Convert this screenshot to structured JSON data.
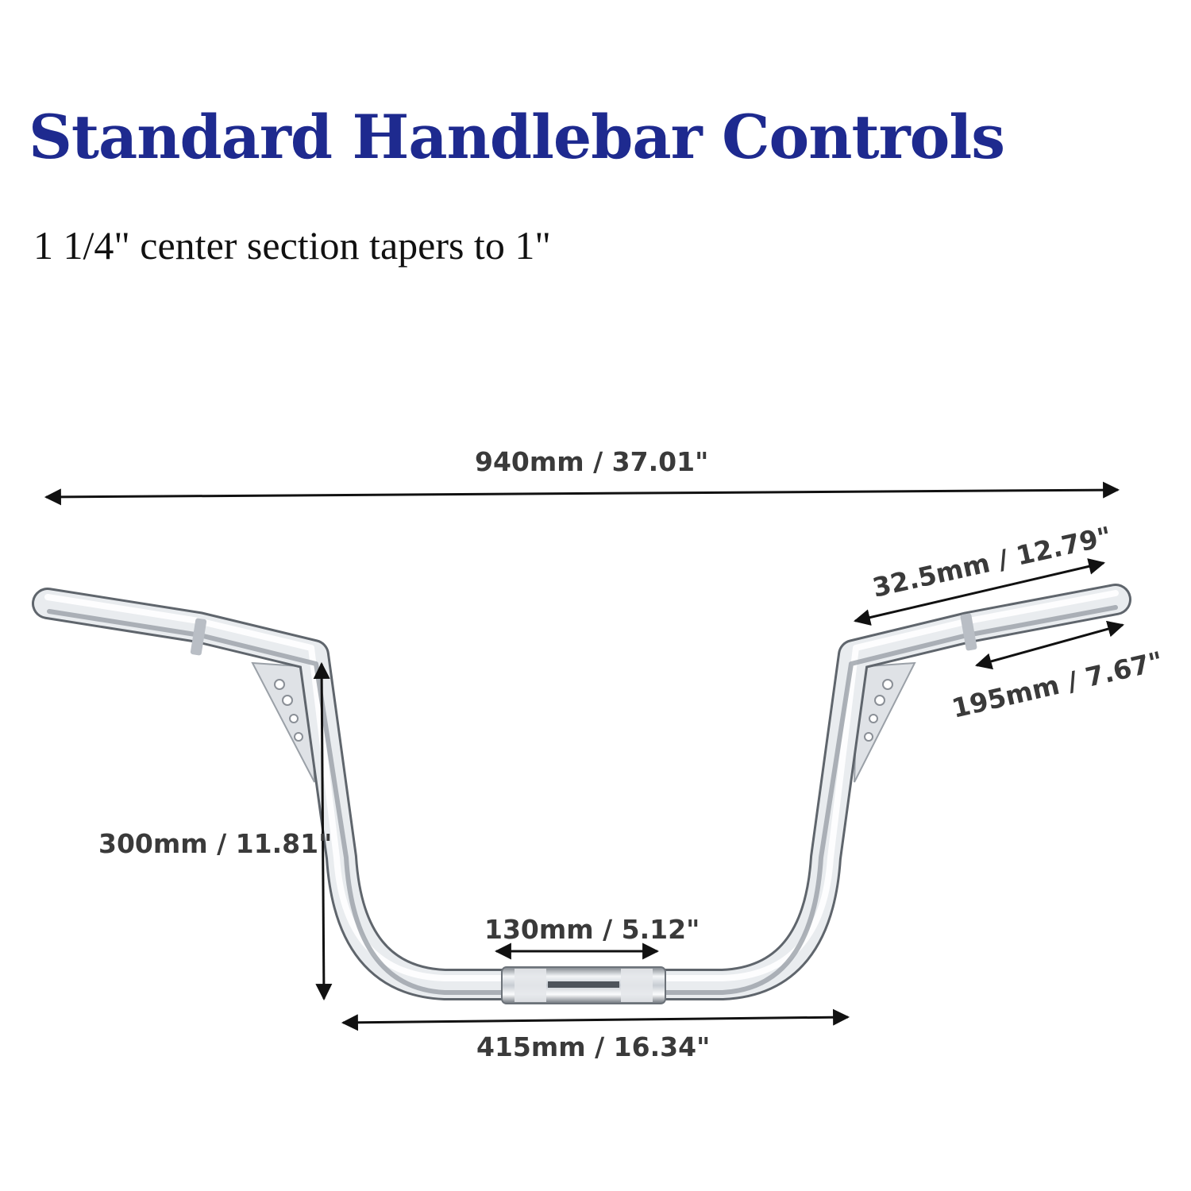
{
  "header": {
    "title": "Standard Handlebar Controls",
    "subtitle": "1 1/4\" center section tapers to 1\""
  },
  "dimensions": {
    "overall_width": "940mm / 37.01\"",
    "grip_length": "32.5mm / 12.79\"",
    "grip_section": "195mm / 7.67\"",
    "rise_height": "300mm / 11.81\"",
    "knurl_width": "130mm / 5.12\"",
    "base_width": "415mm / 16.34\""
  },
  "colors": {
    "title": "#1e2a8f",
    "dimension_text": "#3a3a3a",
    "chrome_dark": "#8a8f96",
    "chrome_light": "#f4f6f8"
  }
}
